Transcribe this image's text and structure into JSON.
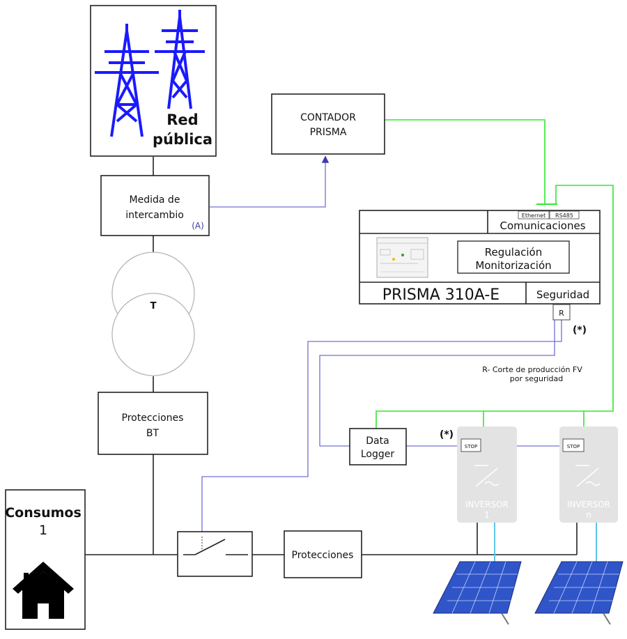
{
  "grid": {
    "label_line1": "Red",
    "label_line2": "pública"
  },
  "meter_exchange": {
    "line1": "Medida de",
    "line2": "intercambio",
    "tag": "(A)"
  },
  "counter": {
    "line1": "CONTADOR",
    "line2": "PRISMA"
  },
  "transformer": {
    "label": "T"
  },
  "bt_protections": {
    "line1": "Protecciones",
    "line2": "BT"
  },
  "consumos": {
    "line1": "Consumos",
    "line2": "1"
  },
  "protections": {
    "label": "Protecciones"
  },
  "prisma": {
    "name": "PRISMA 310A-E",
    "comms_label": "Comunicaciones",
    "port_ethernet": "Ethernet",
    "port_rs485": "RS485",
    "reg_line1": "Regulación",
    "reg_line2": "Monitorización",
    "security_label": "Seguridad",
    "relay_label": "R"
  },
  "asterisk_top": "(*)",
  "asterisk_mid": "(*)",
  "note": {
    "line1": "R- Corte de producción FV",
    "line2": "por seguridad"
  },
  "datalogger": {
    "line1": "Data",
    "line2": "Logger"
  },
  "inverters": [
    {
      "stop": "STOP",
      "line1": "INVERSOR",
      "line2": "1"
    },
    {
      "stop": "STOP",
      "line1": "INVERSOR",
      "line2": "n"
    }
  ],
  "colors": {
    "comm_green": "#2ee82e",
    "signal_blue": "#6f6fd6",
    "tower_blue": "#1a1aff",
    "dc_cyan": "#5bc7e8",
    "panel_blue": "#2f55c8"
  }
}
